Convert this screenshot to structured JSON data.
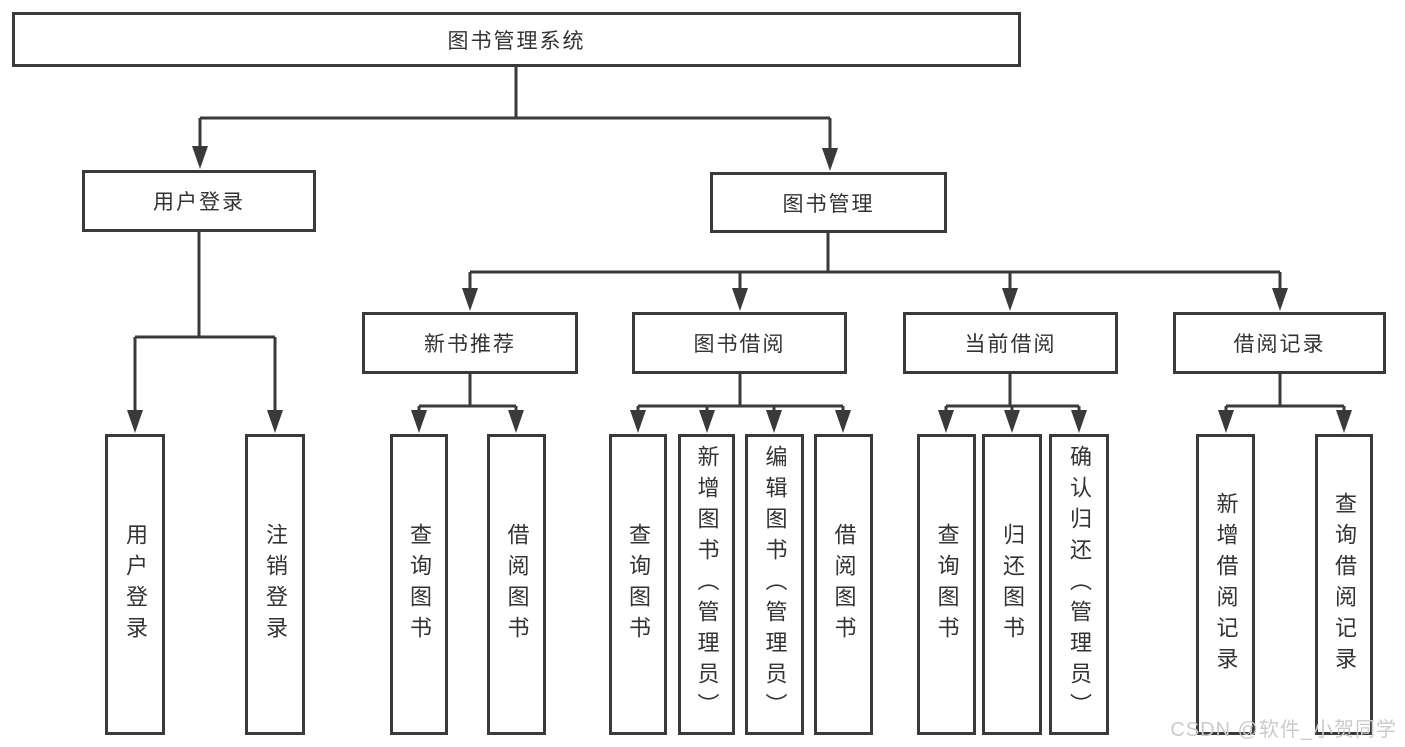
{
  "tree": {
    "label": "图书管理系统",
    "children": [
      {
        "label": "用户登录",
        "children": [
          {
            "label": "用户登录"
          },
          {
            "label": "注销登录"
          }
        ]
      },
      {
        "label": "图书管理",
        "children": [
          {
            "label": "新书推荐",
            "children": [
              {
                "label": "查询图书"
              },
              {
                "label": "借阅图书"
              }
            ]
          },
          {
            "label": "图书借阅",
            "children": [
              {
                "label": "查询图书"
              },
              {
                "label": "新增图书（管理员）"
              },
              {
                "label": "编辑图书（管理员）"
              },
              {
                "label": "借阅图书"
              }
            ]
          },
          {
            "label": "当前借阅",
            "children": [
              {
                "label": "查询图书"
              },
              {
                "label": "归还图书"
              },
              {
                "label": "确认归还（管理员）"
              }
            ]
          },
          {
            "label": "借阅记录",
            "children": [
              {
                "label": "新增借阅记录"
              },
              {
                "label": "查询借阅记录"
              }
            ]
          }
        ]
      }
    ]
  },
  "watermark": {
    "text": "CSDN @软件_小贺同学"
  },
  "colors": {
    "line": "#3a3a3a",
    "box_border": "#3a3a3a",
    "box_fill": "#ffffff",
    "text": "#333333",
    "background": "#ffffff",
    "watermark": "#cbcbcb"
  }
}
